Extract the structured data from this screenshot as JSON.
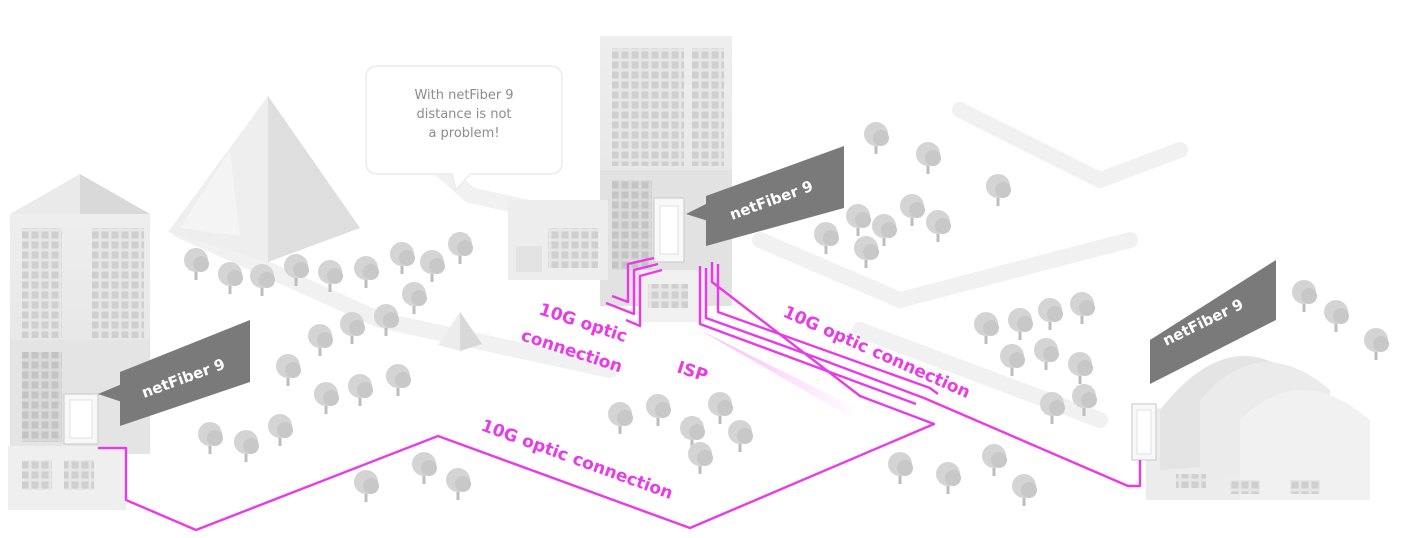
{
  "callout": {
    "line1": "With netFiber 9",
    "line2": "distance is not",
    "line3": "a problem!"
  },
  "labels": {
    "device_left": "netFiber 9",
    "device_center": "netFiber 9",
    "device_right": "netFiber 9",
    "link_left_line1": "10G optic",
    "link_left_line2": "connection",
    "isp": "ISP",
    "link_right": "10G optic connection",
    "link_bottom": "10G optic connection"
  },
  "colors": {
    "fiber": "#e83be8",
    "tag": "#7a7a7a",
    "building": "#e9e9e9",
    "tree": "#cfcfcf"
  },
  "icons": [
    "office-tower",
    "pyramid",
    "tree",
    "warehouse",
    "fiber-device"
  ]
}
